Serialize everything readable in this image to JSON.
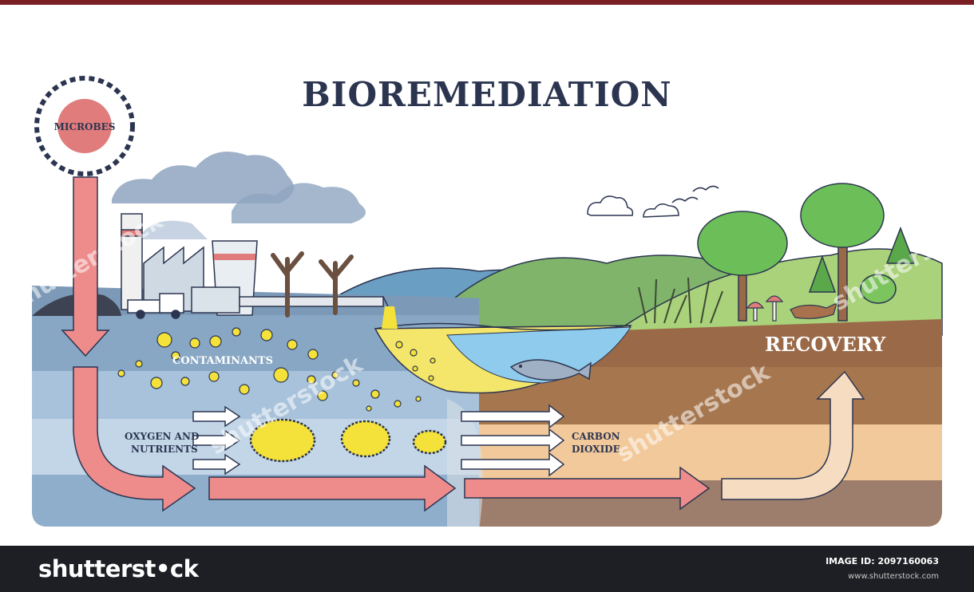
{
  "diagram": {
    "title": "BIOREMEDIATION",
    "labels": {
      "microbes": "MICROBES",
      "contaminants": "CONTAMINANTS",
      "oxygen_line1": "OXYGEN AND",
      "oxygen_line2": "NUTRIENTS",
      "carbon_line1": "CARBON",
      "carbon_line2": "DIOXIDE",
      "recovery": "RECOVERY"
    },
    "watermark": "shutterstock",
    "colors": {
      "title": "#2c3550",
      "arrow": "#ee8c8c",
      "contaminant": "#f4e23a",
      "soil_dark": "#8a5a3a",
      "water": "#a8d4ee",
      "grass": "#8bc06a"
    }
  },
  "footer": {
    "brand": "shutterst•ck",
    "image_id": "IMAGE ID: 2097160063",
    "site": "www.shutterstock.com"
  }
}
